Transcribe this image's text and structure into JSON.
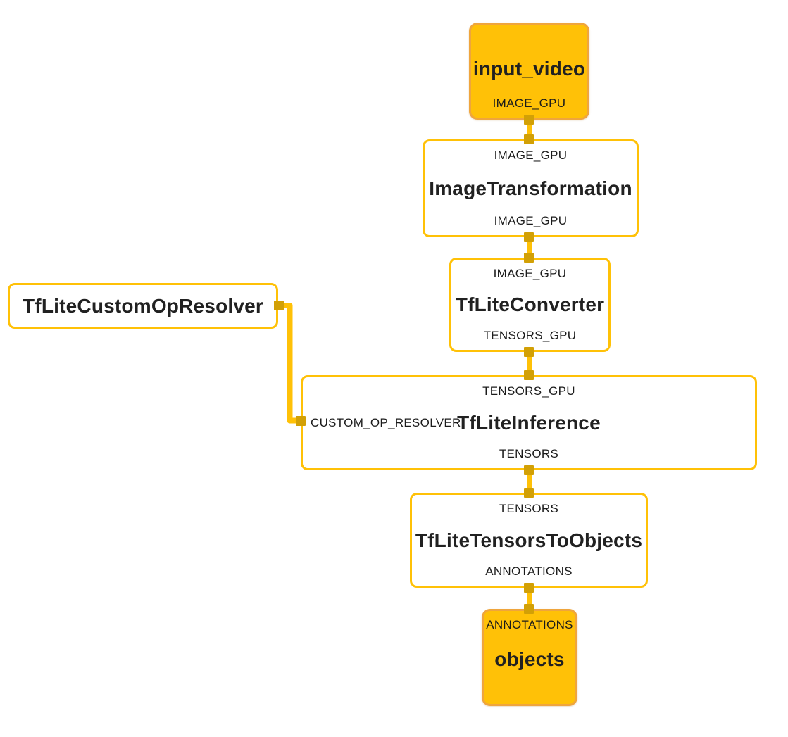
{
  "graph": {
    "nodes": {
      "input_video": {
        "title": "input_video",
        "output_port": "IMAGE_GPU"
      },
      "image_transformation": {
        "input_port": "IMAGE_GPU",
        "title": "ImageTransformation",
        "output_port": "IMAGE_GPU"
      },
      "tflite_converter": {
        "input_port": "IMAGE_GPU",
        "title": "TfLiteConverter",
        "output_port": "TENSORS_GPU"
      },
      "tflite_inference": {
        "input_port": "TENSORS_GPU",
        "side_input_port": "CUSTOM_OP_RESOLVER",
        "title": "TfLiteInference",
        "output_port": "TENSORS"
      },
      "tflite_tensors_to_objects": {
        "input_port": "TENSORS",
        "title": "TfLiteTensorsToObjects",
        "output_port": "ANNOTATIONS"
      },
      "objects": {
        "input_port": "ANNOTATIONS",
        "title": "objects"
      },
      "tflite_custom_op_resolver": {
        "title": "TfLiteCustomOpResolver"
      }
    },
    "colors": {
      "calculator_border": "#ffc107",
      "endpoint_fill": "#ffc107",
      "endpoint_border": "#efa53d",
      "edge": "#ffc107",
      "port": "#d2a006",
      "text": "#212121",
      "background": "#ffffff"
    }
  }
}
